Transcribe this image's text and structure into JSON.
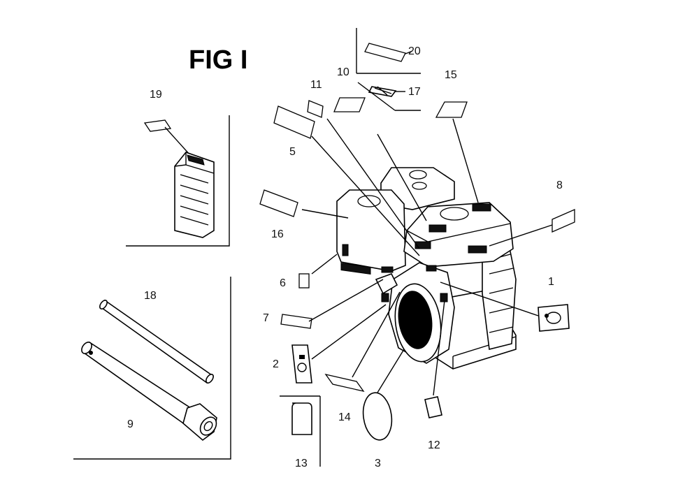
{
  "figure": {
    "title": "FIG I",
    "callouts": [
      "1",
      "2",
      "3",
      "5",
      "6",
      "7",
      "8",
      "9",
      "10",
      "11",
      "12",
      "13",
      "14",
      "15",
      "16",
      "17",
      "18",
      "19",
      "20"
    ]
  }
}
